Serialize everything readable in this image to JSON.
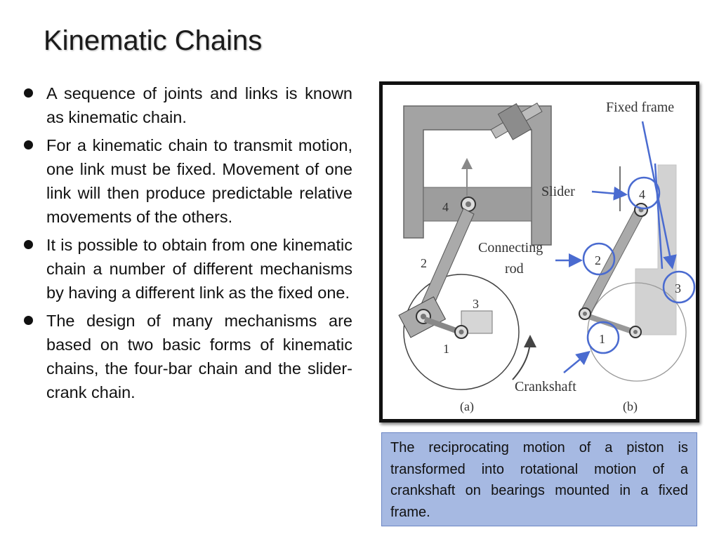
{
  "slide": {
    "title": "Kinematic Chains",
    "bullets": [
      "A sequence of joints and links is known as kinematic chain.",
      "For a kinematic chain to transmit motion, one link must be fixed. Movement of one link will then produce predictable relative movements of the others.",
      "It is possible to obtain from one kinematic chain a number of different mechanisms by having a different link as the fixed one.",
      "The design of many mechanisms are based on two basic forms of kinematic chains, the four-bar chain and the slider-crank chain."
    ],
    "caption": "The reciprocating motion of a piston is transformed into rotational motion of  a crankshaft on bearings mounted in a fixed frame."
  },
  "figure": {
    "labels": {
      "fixed_frame": "Fixed frame",
      "slider": "Slider",
      "connecting_rod_line1": "Connecting",
      "connecting_rod_line2": "rod",
      "crankshaft": "Crankshaft",
      "panel_a": "(a)",
      "panel_b": "(b)"
    },
    "numbers_a": [
      "4",
      "2",
      "3",
      "1"
    ],
    "numbers_b": [
      "4",
      "2",
      "3",
      "1"
    ],
    "colors": {
      "arrow": "#4a6bd0",
      "link": "#9a9a9a",
      "ground": "#d2d2d2"
    }
  }
}
